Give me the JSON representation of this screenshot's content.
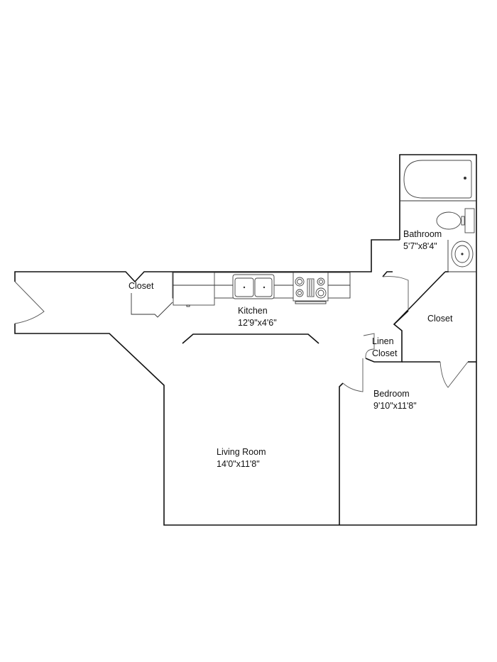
{
  "floorplan": {
    "rooms": [
      {
        "id": "bathroom",
        "name": "Bathroom",
        "dimensions": "5'7\"x8'4\""
      },
      {
        "id": "closet-entry",
        "name": "Closet",
        "dimensions": ""
      },
      {
        "id": "kitchen",
        "name": "Kitchen",
        "dimensions": "12'9\"x4'6\""
      },
      {
        "id": "closet-bedroom",
        "name": "Closet",
        "dimensions": ""
      },
      {
        "id": "linen-closet",
        "name": "Linen",
        "name2": "Closet",
        "dimensions": ""
      },
      {
        "id": "bedroom",
        "name": "Bedroom",
        "dimensions": "9'10\"x11'8\""
      },
      {
        "id": "living-room",
        "name": "Living Room",
        "dimensions": "14'0\"x11'8\""
      }
    ],
    "fixtures": [
      "bathtub",
      "toilet",
      "bathroom-sink",
      "refrigerator",
      "double-sink",
      "stove",
      "kitchen-counter"
    ],
    "colors": {
      "wall": "#111111",
      "background": "#ffffff"
    }
  }
}
